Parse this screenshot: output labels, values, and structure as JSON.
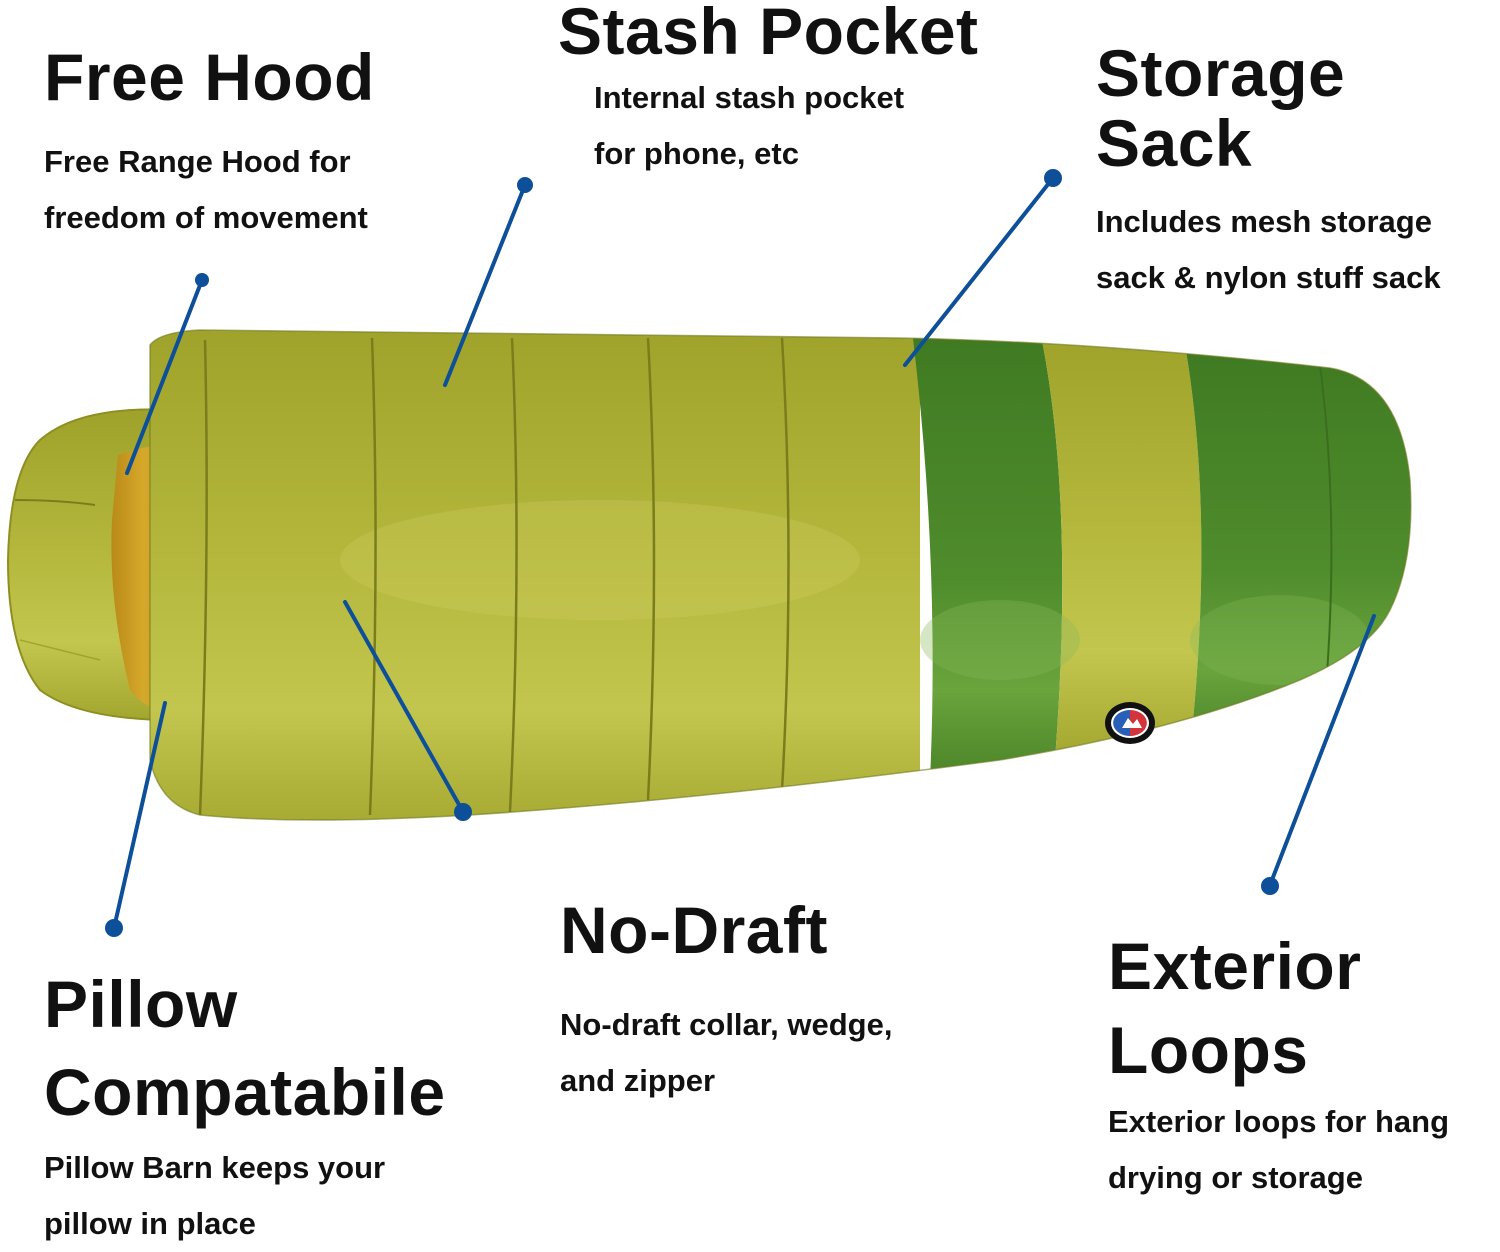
{
  "colors": {
    "background": "#ffffff",
    "text": "#111111",
    "callout_line": "#0d4f98",
    "bag_olive": "#a9ac2e",
    "bag_olive_light": "#bfc14a",
    "bag_green": "#4f8a2a",
    "bag_green_light": "#6aa03a",
    "hood_lining": "#d0a024",
    "seam": "#7b7d1c"
  },
  "product": {
    "name": "sleeping-bag",
    "logo": "round red-white-blue brand patch"
  },
  "callouts": {
    "free_hood": {
      "title": "Free Hood",
      "desc_line1": "Free Range Hood for",
      "desc_line2": "freedom of movement"
    },
    "stash_pocket": {
      "title": "Stash Pocket",
      "desc_line1": "Internal stash pocket",
      "desc_line2": "for phone, etc"
    },
    "storage_sack": {
      "title_line1": "Storage",
      "title_line2": "Sack",
      "desc_line1": "Includes mesh storage",
      "desc_line2": "sack & nylon stuff sack"
    },
    "pillow": {
      "title_line1": "Pillow",
      "title_line2": "Compatabile",
      "desc_line1": "Pillow Barn keeps your",
      "desc_line2": "pillow in place"
    },
    "no_draft": {
      "title": "No-Draft",
      "desc_line1": "No-draft collar, wedge,",
      "desc_line2": "and zipper"
    },
    "exterior_loops": {
      "title_line1": "Exterior",
      "title_line2": "Loops",
      "desc_line1": "Exterior loops for hang",
      "desc_line2": "drying or storage"
    }
  }
}
